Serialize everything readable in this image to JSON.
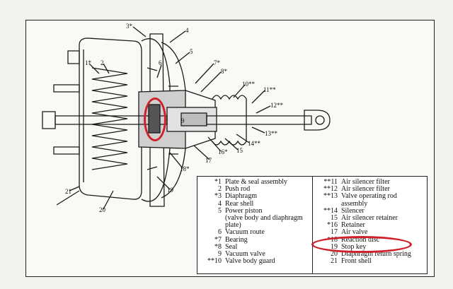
{
  "legend": {
    "left": [
      {
        "num": "*1",
        "label": "Plate & seal assembly"
      },
      {
        "num": "2",
        "label": "Push rod"
      },
      {
        "num": "*3",
        "label": "Diaphragm"
      },
      {
        "num": "4",
        "label": "Rear shell"
      },
      {
        "num": "5",
        "label": "Power piston"
      },
      {
        "num": "",
        "label": "(valve body and diaphragm"
      },
      {
        "num": "",
        "label": "plate)"
      },
      {
        "num": "6",
        "label": "Vacuum route"
      },
      {
        "num": "*7",
        "label": "Bearing"
      },
      {
        "num": "*8",
        "label": "Seal"
      },
      {
        "num": "9",
        "label": "Vacuum valve"
      },
      {
        "num": "**10",
        "label": "Valve body guard"
      }
    ],
    "right": [
      {
        "num": "**11",
        "label": "Air silencer filter"
      },
      {
        "num": "**12",
        "label": "Air silencer filter"
      },
      {
        "num": "**13",
        "label": "Valve operating rod"
      },
      {
        "num": "",
        "label": "assembly"
      },
      {
        "num": "**14",
        "label": "Silencer"
      },
      {
        "num": "15",
        "label": "Air silencer retainer"
      },
      {
        "num": "*16",
        "label": "Retainer"
      },
      {
        "num": "17",
        "label": "Air valve"
      },
      {
        "num": "*18",
        "label": "Reaction disc"
      },
      {
        "num": "19",
        "label": "Stop key"
      },
      {
        "num": "20",
        "label": "Diaphragm return spring"
      },
      {
        "num": "21",
        "label": "Front shell"
      }
    ]
  },
  "callouts": [
    "3*",
    "4",
    "5",
    "7*",
    "8*",
    "1*",
    "2",
    "6",
    "10**",
    "11**",
    "12**",
    "13**",
    "14**",
    "15",
    "16*",
    "17",
    "18*",
    "19",
    "20",
    "21",
    "9"
  ],
  "highlight_color": "#d0202a"
}
